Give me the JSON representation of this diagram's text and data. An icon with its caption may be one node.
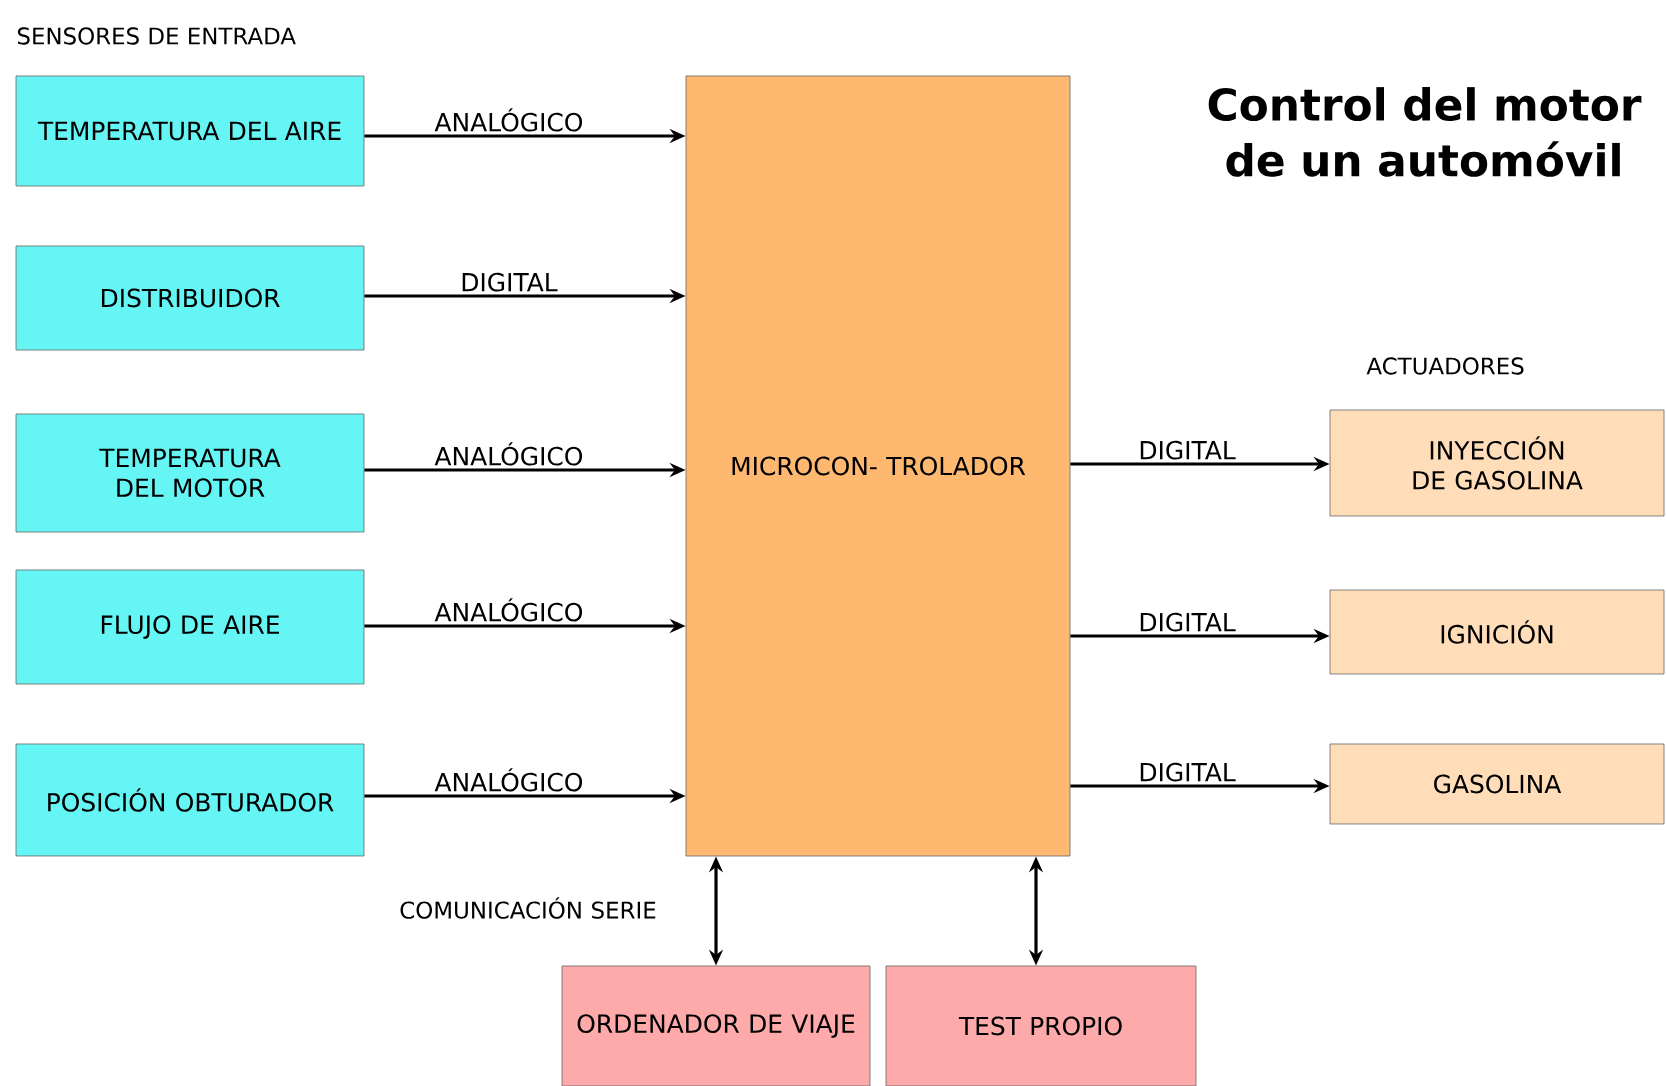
{
  "diagram": {
    "title": "Control del motor de un automóvil",
    "nodes": [
      {
        "text": [
          "TEMPERATURA DEL AIRE"
        ]
      },
      {
        "text": [
          "DISTRIBUIDOR"
        ]
      },
      {
        "text": [
          "TEMPERATURA DEL MOTOR"
        ]
      },
      {
        "text": [
          "FLUJO DE AIRE"
        ]
      },
      {
        "text": [
          "POSICIÓN OBTURADOR"
        ]
      },
      {
        "text": [
          "MICROCON- TROLADOR"
        ]
      },
      {
        "text": [
          "INYECCIÓN DE GASOLINA"
        ]
      },
      {
        "text": [
          "IGNICIÓN"
        ]
      },
      {
        "text": [
          "GASOLINA"
        ]
      },
      {
        "text": [
          "ORDENADOR DE VIAJE"
        ]
      },
      {
        "text": [
          "TEST PROPIO"
        ]
      }
    ],
    "edges": [
      {
        "from": 0,
        "to": 5,
        "arrow": "to",
        "label": "ANALÓGICO"
      },
      {
        "from": 1,
        "to": 5,
        "arrow": "to",
        "label": "DIGITAL"
      },
      {
        "from": 2,
        "to": 5,
        "arrow": "to",
        "label": "ANALÓGICO"
      },
      {
        "from": 3,
        "to": 5,
        "arrow": "to",
        "label": "ANALÓGICO"
      },
      {
        "from": 4,
        "to": 5,
        "arrow": "to",
        "label": "ANALÓGICO"
      },
      {
        "from": 5,
        "to": 6,
        "arrow": "to",
        "label": "DIGITAL"
      },
      {
        "from": 5,
        "to": 7,
        "arrow": "to",
        "label": "DIGITAL"
      },
      {
        "from": 5,
        "to": 8,
        "arrow": "to",
        "label": "DIGITAL"
      },
      {
        "from": 5,
        "to": 9,
        "arrow": "both"
      },
      {
        "from": 5,
        "to": 10,
        "arrow": "both"
      }
    ],
    "labels": [
      "SENSORES DE ENTRADA",
      "ACTUADORES",
      "COMUNICACIÓN SERIE"
    ]
  }
}
